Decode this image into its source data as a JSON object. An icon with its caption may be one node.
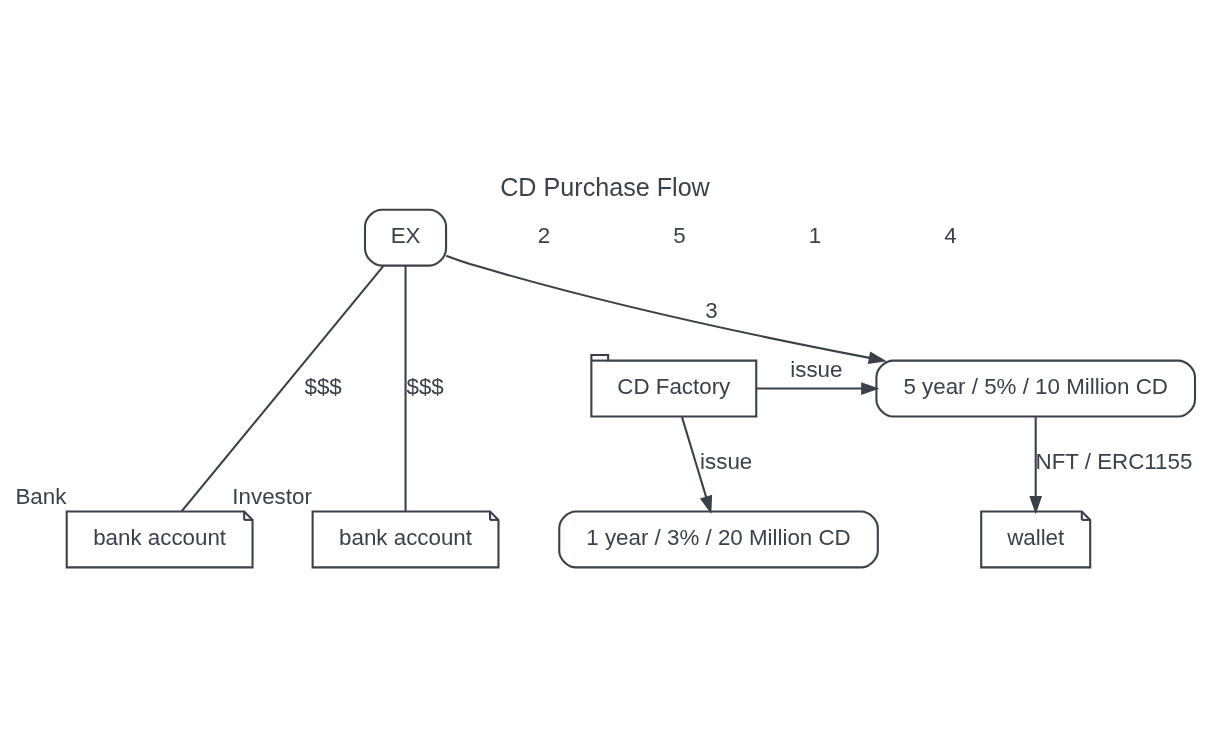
{
  "diagram": {
    "title": "CD Purchase Flow",
    "nodes": [
      {
        "text": [
          "EX"
        ]
      },
      {
        "text": [
          "bank account"
        ],
        "beside": [
          "Bank"
        ]
      },
      {
        "text": [
          "wallet"
        ]
      },
      {
        "text": [
          "bank account"
        ],
        "beside": [
          "Investor"
        ]
      },
      {
        "text": [
          "5 year / 5% / 10 Million CD"
        ]
      },
      {
        "text": [
          "CD Factory"
        ]
      },
      {
        "text": [
          "1 year / 3% / 20 Million CD"
        ]
      }
    ],
    "edges": [
      {
        "from": 0,
        "to": 1,
        "arrow": "none",
        "label": "$$$"
      },
      {
        "from": 0,
        "to": 3,
        "arrow": "none",
        "label": "$$$"
      },
      {
        "from": 0,
        "to": 4,
        "arrow": "to",
        "label": "3"
      },
      {
        "from": 5,
        "to": 4,
        "arrow": "to",
        "label": "issue"
      },
      {
        "from": 5,
        "to": 6,
        "arrow": "to",
        "label": "issue"
      },
      {
        "from": 4,
        "to": 2,
        "arrow": "to",
        "label": "NFT / ERC1155"
      }
    ],
    "labels": [
      "2",
      "5",
      "1",
      "4"
    ]
  }
}
